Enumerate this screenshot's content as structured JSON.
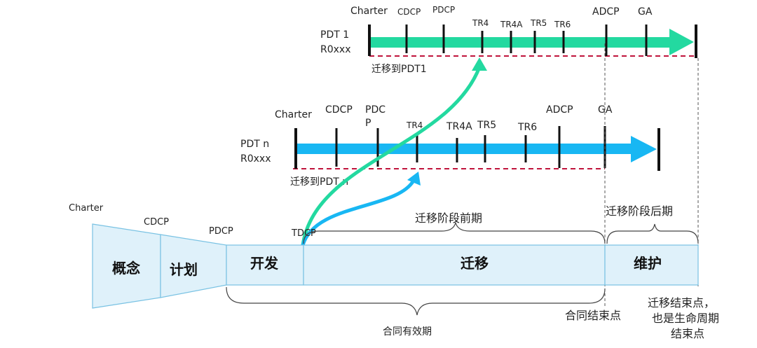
{
  "pdt1": {
    "name": "PDT 1",
    "release": "R0xxx",
    "milestones": [
      "Charter",
      "CDCP",
      "PDCP",
      "TR4",
      "TR4A",
      "TR5",
      "TR6",
      "ADCP",
      "GA"
    ],
    "migrate_label": "迁移到PDT1",
    "color": "#23d9a0"
  },
  "pdtn": {
    "name": "PDT n",
    "release": "R0xxx",
    "milestones": [
      "Charter",
      "CDCP",
      "PDC",
      "P",
      "TR4",
      "TR4A",
      "TR5",
      "TR6",
      "ADCP",
      "GA"
    ],
    "migrate_label": "迁移到PDT n",
    "color": "#18b7f3"
  },
  "lifecycle": {
    "milestones": [
      "Charter",
      "CDCP",
      "PDCP",
      "TDCP"
    ],
    "phases": [
      "概念",
      "计划",
      "开发",
      "迁移",
      "维护"
    ],
    "migration_early": "迁移阶段前期",
    "migration_late": "迁移阶段后期",
    "contract_valid": "合同有效期",
    "contract_end": "合同结束点",
    "end_note": [
      "迁移结束点，",
      "也是生命周期",
      "结束点"
    ]
  },
  "colors": {
    "dashed_line": "#c0143c",
    "phase_fill": "#dff1fa",
    "phase_stroke": "#79c2e3"
  }
}
